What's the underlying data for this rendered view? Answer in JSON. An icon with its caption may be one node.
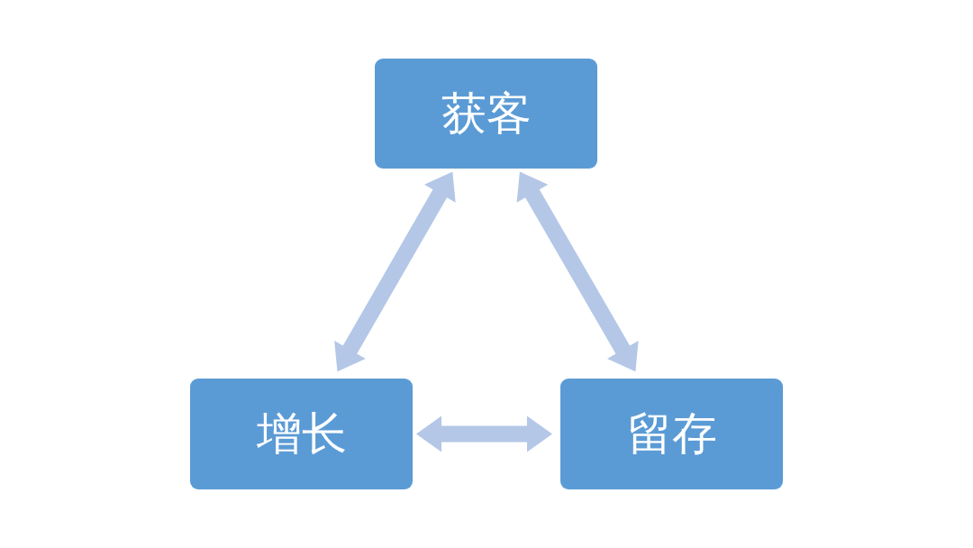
{
  "diagram": {
    "nodes": [
      {
        "text": [
          "获客"
        ]
      },
      {
        "text": [
          "增长"
        ]
      },
      {
        "text": [
          "留存"
        ]
      }
    ],
    "edges": [
      {
        "from": 0,
        "to": 1,
        "arrow": "both"
      },
      {
        "from": 0,
        "to": 2,
        "arrow": "both"
      },
      {
        "from": 1,
        "to": 2,
        "arrow": "both"
      }
    ]
  }
}
